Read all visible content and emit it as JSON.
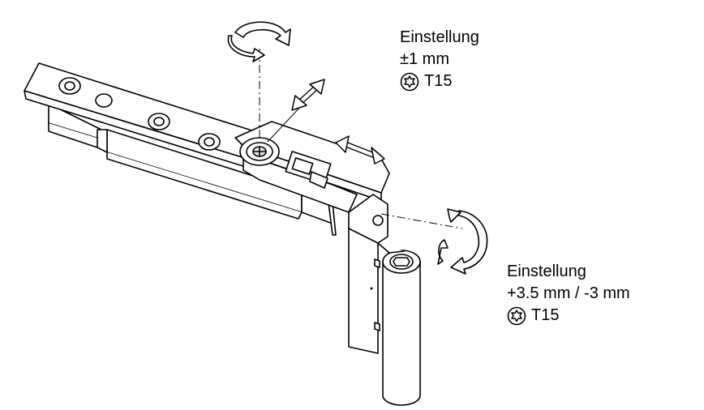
{
  "adjustments": [
    {
      "id": "top",
      "heading": "Einstellung",
      "range": "±1 mm",
      "tool": "T15",
      "tool_icon": "torx-icon"
    },
    {
      "id": "side",
      "heading": "Einstellung",
      "range": "+3.5 mm / -3 mm",
      "tool": "T15",
      "tool_icon": "torx-icon"
    }
  ],
  "colors": {
    "line": "#000000",
    "fill": "#ffffff",
    "shade": "#e6e6e6"
  }
}
